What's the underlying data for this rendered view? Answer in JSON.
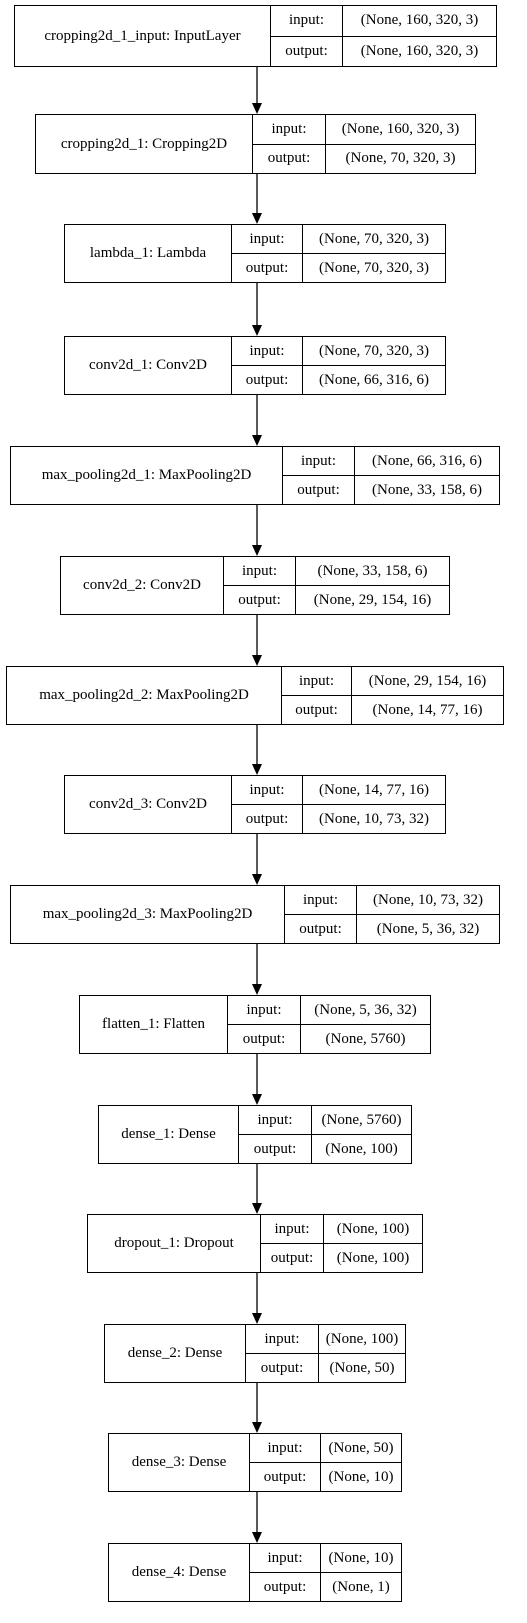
{
  "port_labels": {
    "input": "input:",
    "output": "output:"
  },
  "layers": [
    {
      "name": "cropping2d_1_input: InputLayer",
      "input": "(None, 160, 320, 3)",
      "output": "(None, 160, 320, 3)"
    },
    {
      "name": "cropping2d_1: Cropping2D",
      "input": "(None, 160, 320, 3)",
      "output": "(None, 70, 320, 3)"
    },
    {
      "name": "lambda_1: Lambda",
      "input": "(None, 70, 320, 3)",
      "output": "(None, 70, 320, 3)"
    },
    {
      "name": "conv2d_1: Conv2D",
      "input": "(None, 70, 320, 3)",
      "output": "(None, 66, 316, 6)"
    },
    {
      "name": "max_pooling2d_1: MaxPooling2D",
      "input": "(None, 66, 316, 6)",
      "output": "(None, 33, 158, 6)"
    },
    {
      "name": "conv2d_2: Conv2D",
      "input": "(None, 33, 158, 6)",
      "output": "(None, 29, 154, 16)"
    },
    {
      "name": "max_pooling2d_2: MaxPooling2D",
      "input": "(None, 29, 154, 16)",
      "output": "(None, 14, 77, 16)"
    },
    {
      "name": "conv2d_3: Conv2D",
      "input": "(None, 14, 77, 16)",
      "output": "(None, 10, 73, 32)"
    },
    {
      "name": "max_pooling2d_3: MaxPooling2D",
      "input": "(None, 10, 73, 32)",
      "output": "(None, 5, 36, 32)"
    },
    {
      "name": "flatten_1: Flatten",
      "input": "(None, 5, 36, 32)",
      "output": "(None, 5760)"
    },
    {
      "name": "dense_1: Dense",
      "input": "(None, 5760)",
      "output": "(None, 100)"
    },
    {
      "name": "dropout_1: Dropout",
      "input": "(None, 100)",
      "output": "(None, 100)"
    },
    {
      "name": "dense_2: Dense",
      "input": "(None, 100)",
      "output": "(None, 50)"
    },
    {
      "name": "dense_3: Dense",
      "input": "(None, 50)",
      "output": "(None, 10)"
    },
    {
      "name": "dense_4: Dense",
      "input": "(None, 10)",
      "output": "(None, 1)"
    }
  ]
}
